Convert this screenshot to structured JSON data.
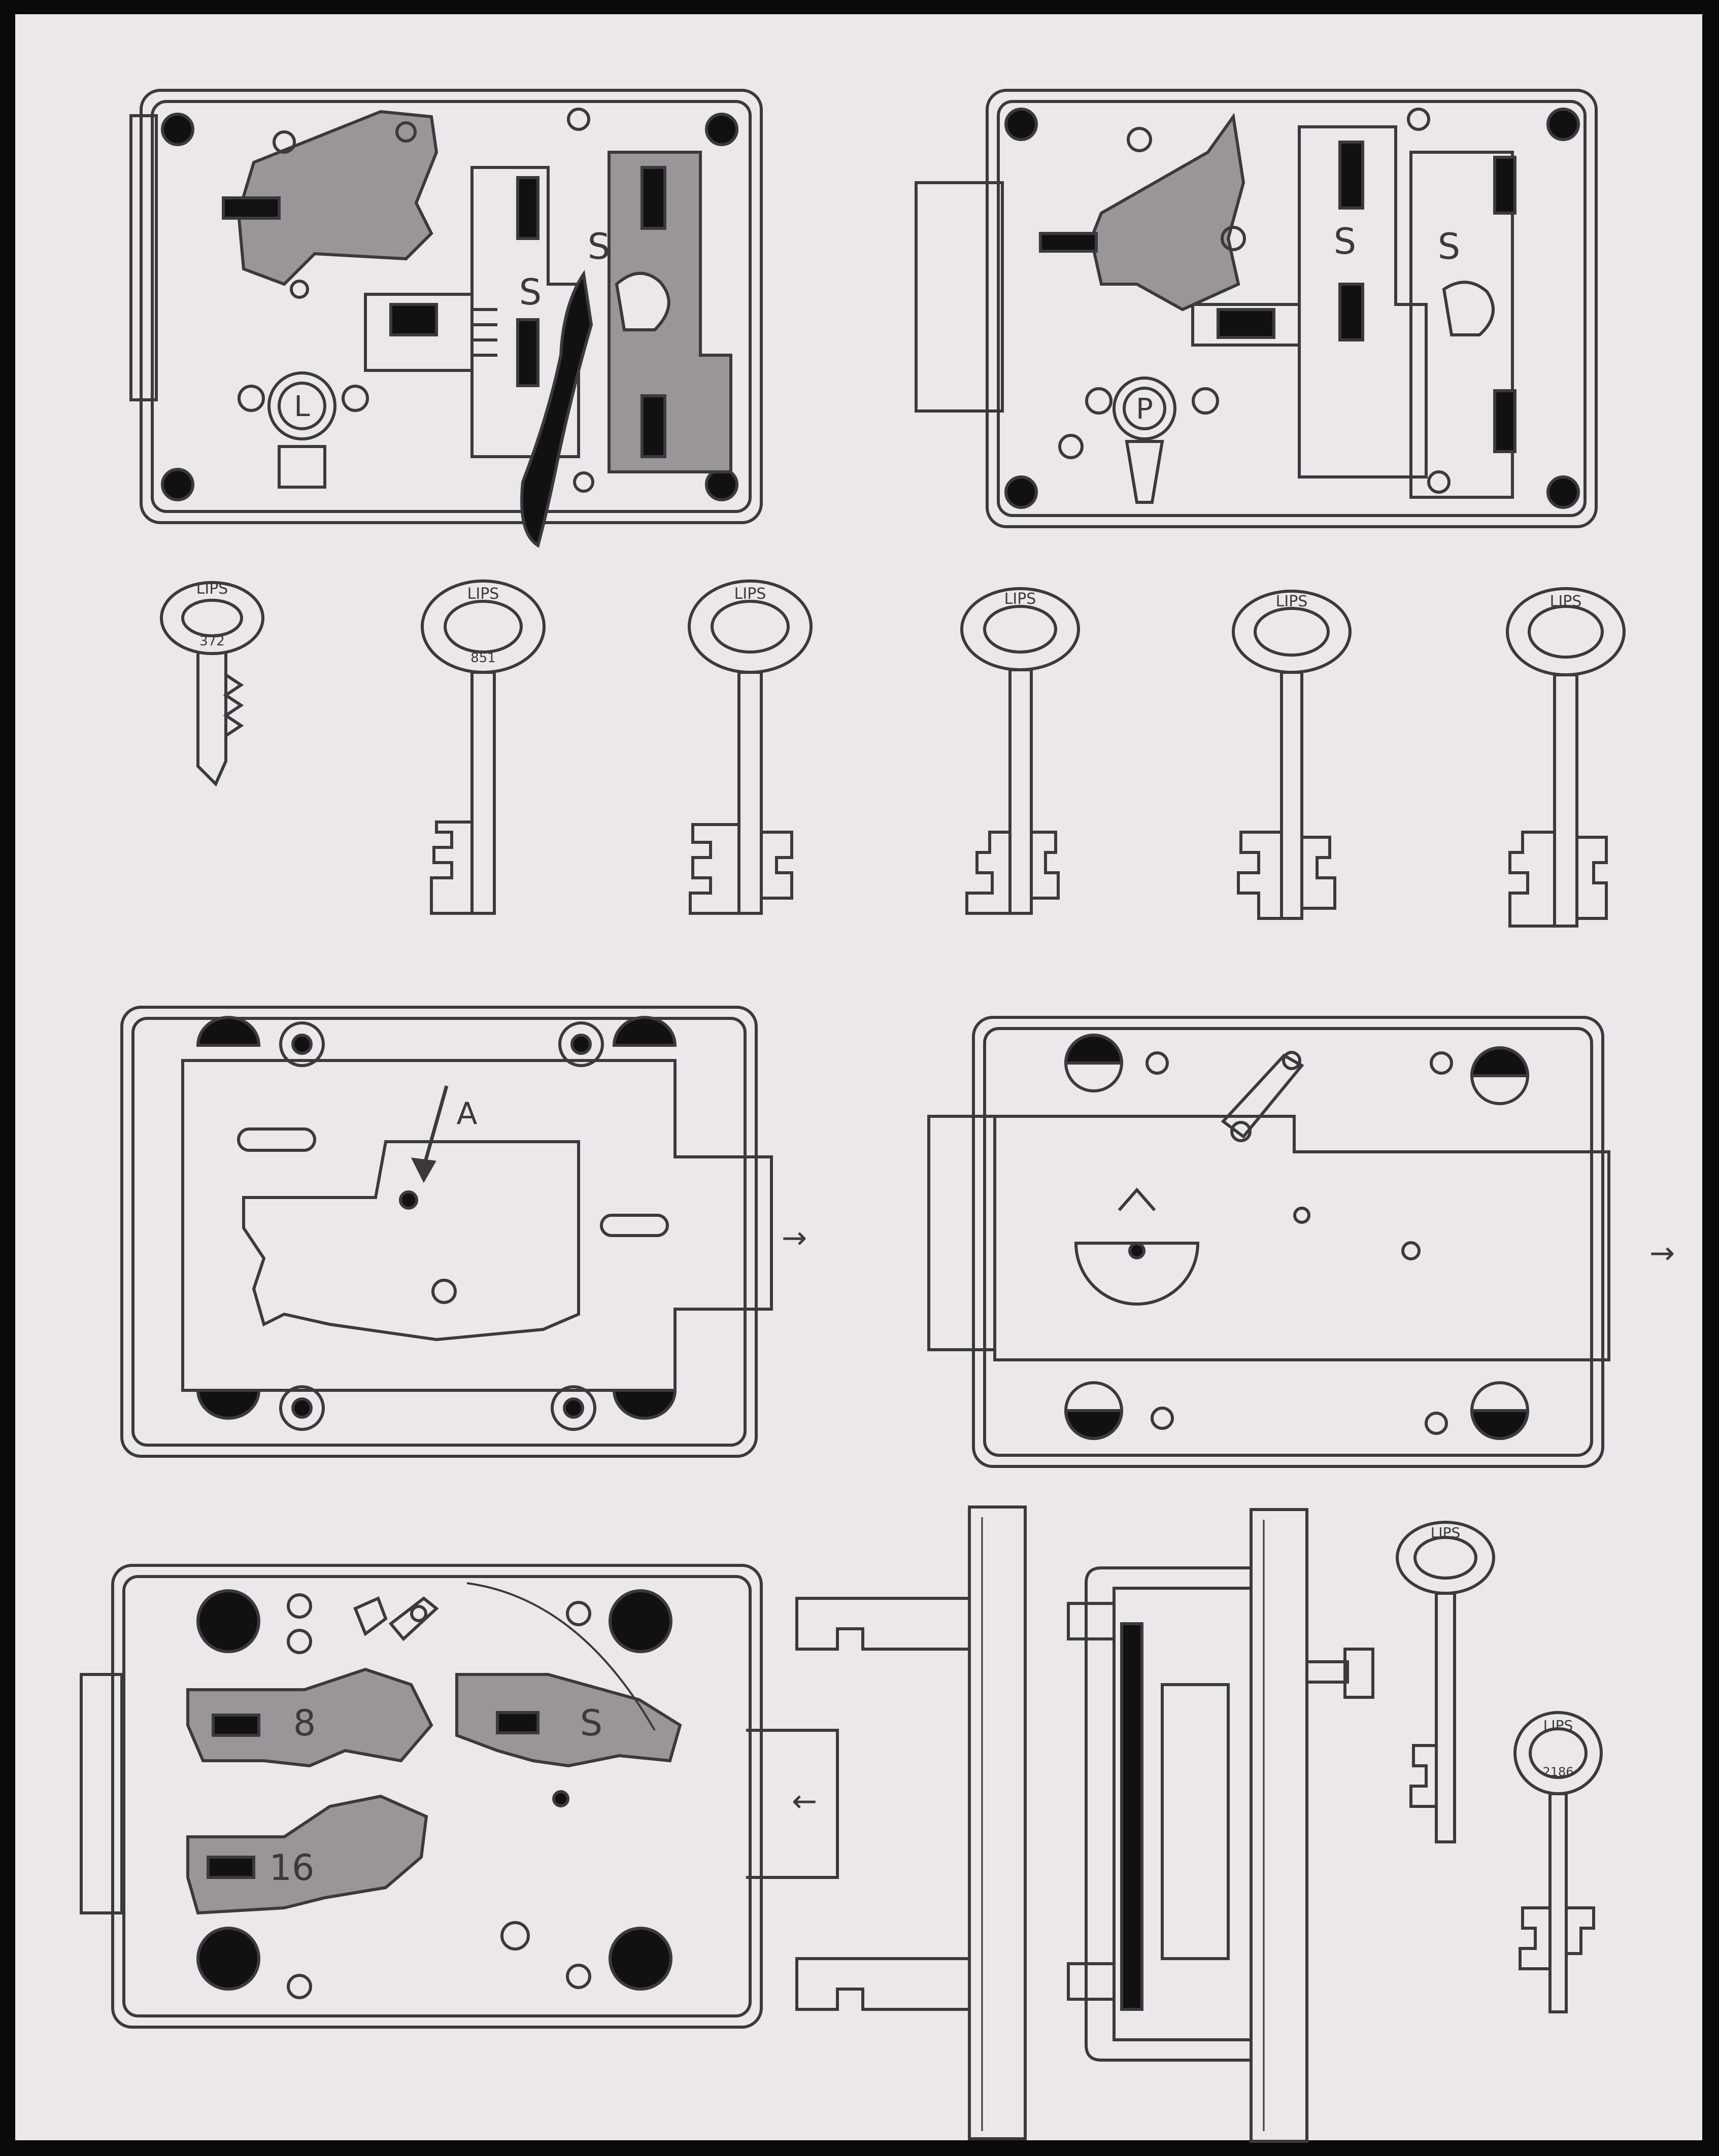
{
  "colors": {
    "frame": "#0a0a0a",
    "paper": "#ebe7ea",
    "ink": "#3a3a3a",
    "solid": "#111111",
    "lever_fill": "#9a9598"
  },
  "panels": {
    "top_left_lock": {
      "lever_mark_a": "S",
      "lever_mark_b": "S",
      "key_number": "L"
    },
    "top_right_lock": {
      "lever_mark_a": "S",
      "lever_mark_b": "S",
      "key_number": "P"
    },
    "mid_left_lock": {
      "callout": "A"
    },
    "bottom_left_lock": {
      "lever_mark_a": "8",
      "lever_mark_b": "S",
      "lever_mark_c": "16"
    }
  },
  "keys": [
    {
      "brand": "LIPS",
      "number": "372"
    },
    {
      "brand": "LIPS",
      "number": "851"
    },
    {
      "brand": "LIPS",
      "number": ""
    },
    {
      "brand": "LIPS",
      "number": ""
    },
    {
      "brand": "LIPS",
      "number": ""
    },
    {
      "brand": "LIPS",
      "number": ""
    },
    {
      "brand": "LIPS",
      "number": ""
    },
    {
      "brand": "LIPS",
      "number": "2186"
    }
  ],
  "arrows": {
    "mid_left": "→",
    "mid_right": "→",
    "bottom": "←"
  }
}
